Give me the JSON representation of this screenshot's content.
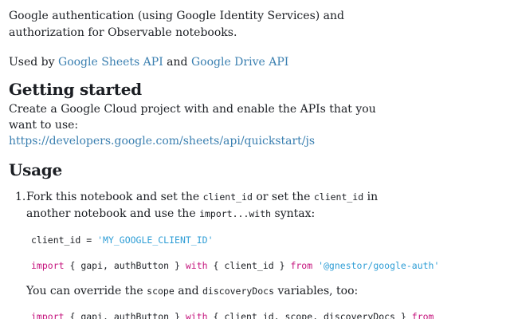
{
  "intro": {
    "text": "Google authentication (using Google Identity Services) and authorization for Observable notebooks."
  },
  "used_by": {
    "prefix": "Used by ",
    "link1": "Google Sheets API",
    "middle": " and ",
    "link2": "Google Drive API"
  },
  "getting_started": {
    "heading": "Getting started",
    "text": "Create a Google Cloud project with and enable the APIs that you want to use:",
    "link": "https://developers.google.com/sheets/api/quickstart/js"
  },
  "usage": {
    "heading": "Usage",
    "step1": {
      "number": "1.",
      "t1": "Fork this notebook and set the ",
      "c1": "client_id",
      "t2": " or set the ",
      "c2": "client_id",
      "t3": " in another notebook and use the ",
      "c3": "import...with",
      "t4": " syntax:"
    },
    "code1": {
      "var": "client_id = ",
      "value": "'MY_GOOGLE_CLIENT_ID'"
    },
    "code2": {
      "kw_import": "import",
      "part1": " { gapi, authButton } ",
      "kw_with": "with",
      "part2": " { client_id } ",
      "kw_from": "from",
      "space": " ",
      "source": "'@gnestor/google-auth'"
    },
    "override": {
      "t1": "You can override the ",
      "c1": "scope",
      "t2": " and ",
      "c2": "discoveryDocs",
      "t3": " variables, too:"
    },
    "code3": {
      "kw_import": "import",
      "part1": " { gapi, authButton } ",
      "kw_with": "with",
      "part2": " { client_id, scope, discoveryDocs } ",
      "kw_from": "from"
    }
  }
}
